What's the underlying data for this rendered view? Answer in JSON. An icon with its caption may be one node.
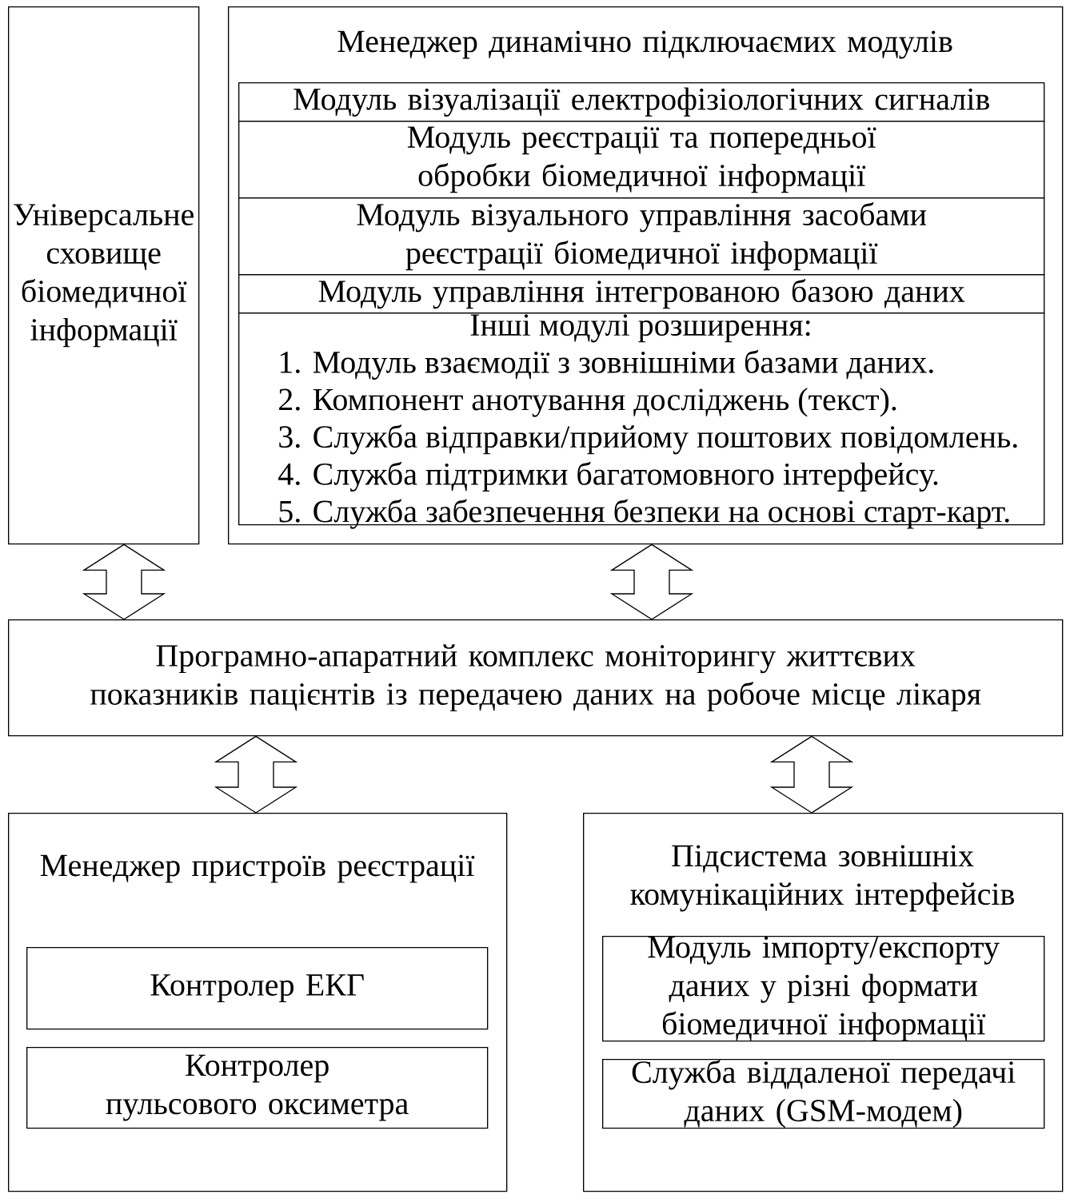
{
  "diagram": {
    "nodes": [
      {
        "text": [
          "Універсальне сховище біомедичної інформації"
        ]
      },
      {
        "text": [
          "Менеджер динамічно підключаємих модулів"
        ]
      },
      {
        "text": [
          "Модуль візуалізації електрофізіологічних сигналів"
        ],
        "in": 1
      },
      {
        "text": [
          "Модуль реєстрації та попередньої обробки біомедичної інформації"
        ],
        "in": 1
      },
      {
        "text": [
          "Модуль візуального управління засобами реєстрації біомедичної інформації"
        ],
        "in": 1
      },
      {
        "text": [
          "Модуль управління інтегрованою базою даних"
        ],
        "in": 1
      },
      {
        "text": [
          "Інші модулі розширення:",
          "1. Модуль взаємодії з зовнішніми базами даних.",
          "2. Компонент анотування досліджень (текст).",
          "3. Служба відправки/прийому поштових повідомлень.",
          "4. Служба підтримки багатомовного інтерфейсу.",
          "5. Служба забезпечення безпеки на основі старт-карт."
        ],
        "in": 1
      },
      {
        "text": [
          "Програмно-апаратний комплекс моніторингу життєвих показників пацієнтів із передачею даних на робоче місце лікаря"
        ]
      },
      {
        "text": [
          "Менеджер пристроїв реєстрації"
        ]
      },
      {
        "text": [
          "Контролер ЕКГ"
        ],
        "in": 8
      },
      {
        "text": [
          "Контролер пульсового оксиметра"
        ],
        "in": 8
      },
      {
        "text": [
          "Підсистема зовнішніх комунікаційних інтерфейсів"
        ]
      },
      {
        "text": [
          "Модуль імпорту/експорту даних у різні формати біомедичної інформації"
        ],
        "in": 11
      },
      {
        "text": [
          "Служба віддаленої передачі даних (GSM-модем)"
        ],
        "in": 11
      }
    ],
    "edges": [
      {
        "from": 0,
        "to": 7,
        "arrow": "both"
      },
      {
        "from": 1,
        "to": 7,
        "arrow": "both"
      },
      {
        "from": 7,
        "to": 8,
        "arrow": "both"
      },
      {
        "from": 7,
        "to": 11,
        "arrow": "both"
      }
    ]
  }
}
